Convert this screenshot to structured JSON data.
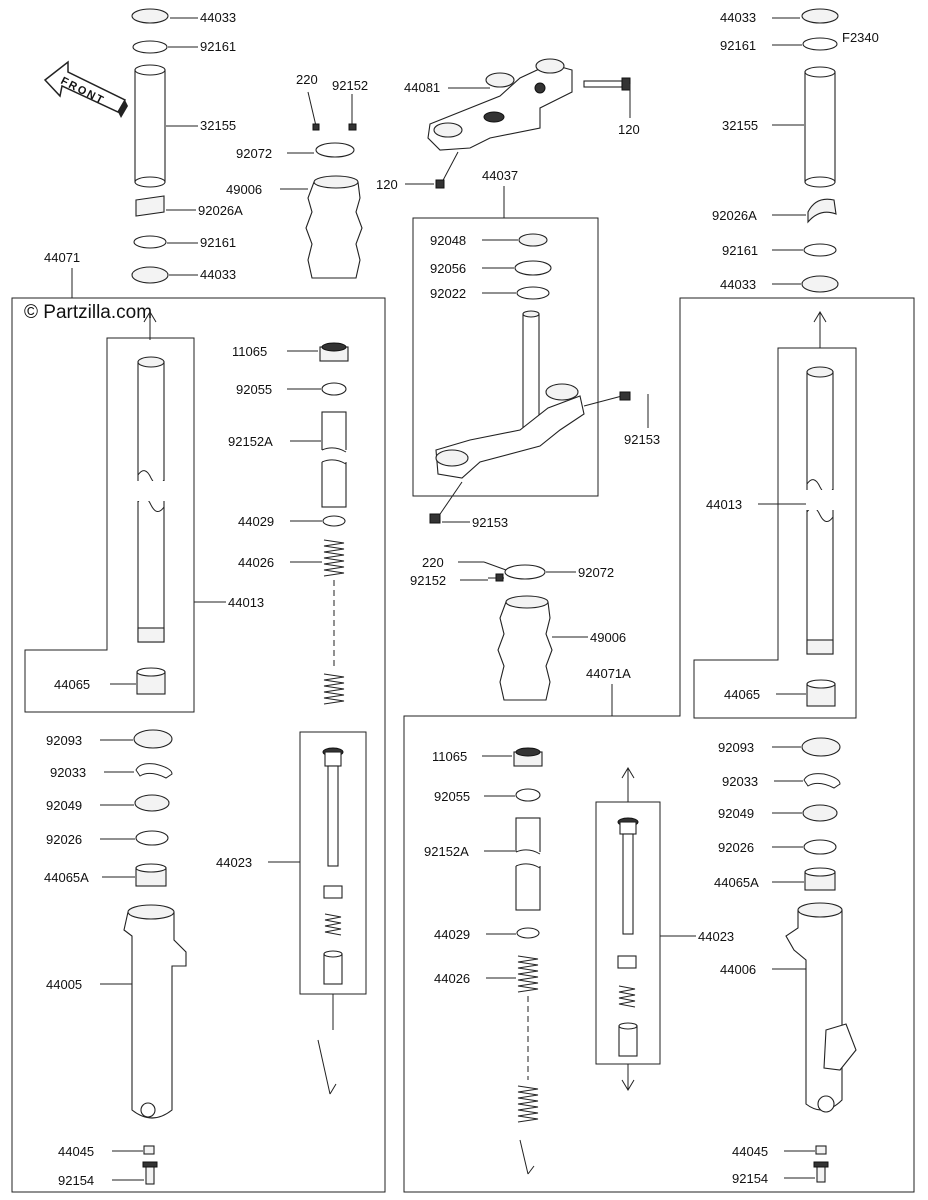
{
  "watermark": "© Partzilla.com",
  "diagram_code": "F2340",
  "front_arrow_label": "FRONT",
  "labels": {
    "l_44033_top": "44033",
    "l_92161_top": "92161",
    "l_32155": "32155",
    "l_92026A": "92026A",
    "l_92161_b": "92161",
    "l_44033_b": "44033",
    "l_44071": "44071",
    "l_220": "220",
    "l_92152": "92152",
    "l_92072": "92072",
    "l_49006": "49006",
    "l_11065": "11065",
    "l_92055": "92055",
    "l_92152A": "92152A",
    "l_44029": "44029",
    "l_44026": "44026",
    "l_44013": "44013",
    "l_44065": "44065",
    "l_92093": "92093",
    "l_92033": "92033",
    "l_92049": "92049",
    "l_92026": "92026",
    "l_44065A": "44065A",
    "l_44023": "44023",
    "l_44005": "44005",
    "l_44045": "44045",
    "l_92154": "92154",
    "c_44081": "44081",
    "c_120_r": "120",
    "c_120_l": "120",
    "c_44037": "44037",
    "c_92048": "92048",
    "c_92056": "92056",
    "c_92022": "92022",
    "c_92153_r": "92153",
    "c_92153_b": "92153",
    "c_220": "220",
    "c_92152": "92152",
    "c_92072": "92072",
    "c_49006": "49006",
    "c_44071A": "44071A",
    "c_11065": "11065",
    "c_92055": "92055",
    "c_92152A": "92152A",
    "c_44029": "44029",
    "c_44026": "44026",
    "c_44023": "44023",
    "r_44033_top": "44033",
    "r_92161_top": "92161",
    "r_32155": "32155",
    "r_92026A": "92026A",
    "r_92161_b": "92161",
    "r_44033_b": "44033",
    "r_44013": "44013",
    "r_44065": "44065",
    "r_92093": "92093",
    "r_92033": "92033",
    "r_92049": "92049",
    "r_92026": "92026",
    "r_44065A": "44065A",
    "r_44006": "44006",
    "r_44045": "44045",
    "r_92154": "92154"
  }
}
